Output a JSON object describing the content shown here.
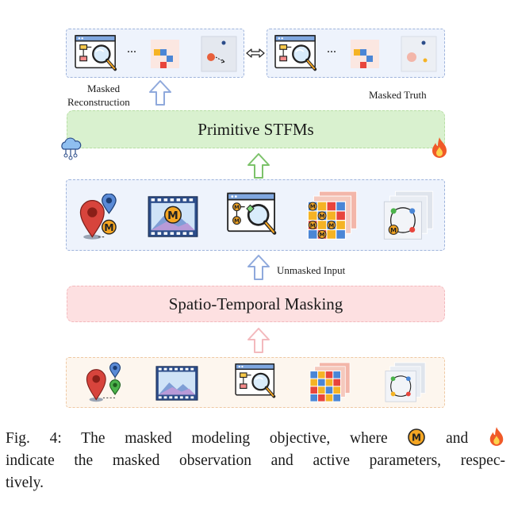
{
  "labels": {
    "masked_reconstruction_1": "Masked",
    "masked_reconstruction_2": "Reconstruction",
    "masked_truth": "Masked Truth",
    "unmasked_input": "Unmasked Input",
    "ellipsis_left": "...",
    "ellipsis_right": "..."
  },
  "blocks": {
    "primitive": "Primitive STFMs",
    "masking": "Spatio-Temporal Masking"
  },
  "caption": {
    "part1": "Fig. 4: The masked modeling objective, where",
    "and": "and",
    "line2": "indicate the masked observation and active parameters, respec-",
    "line3": "tively."
  },
  "marker": {
    "letter": "M"
  },
  "icons": [
    "map-pin-icon",
    "video-frame-icon",
    "flowchart-magnifier-icon",
    "grid-cube-icon",
    "graph-cube-icon",
    "cloud-network-icon",
    "fire-icon",
    "swap-arrows-icon"
  ],
  "colors": {
    "accent_blue": "#8fa9dc",
    "green_block": "#d9f1cf",
    "pink_block": "#fde0e1",
    "marker_orange": "#f5a623",
    "fire": "#f05a28"
  }
}
